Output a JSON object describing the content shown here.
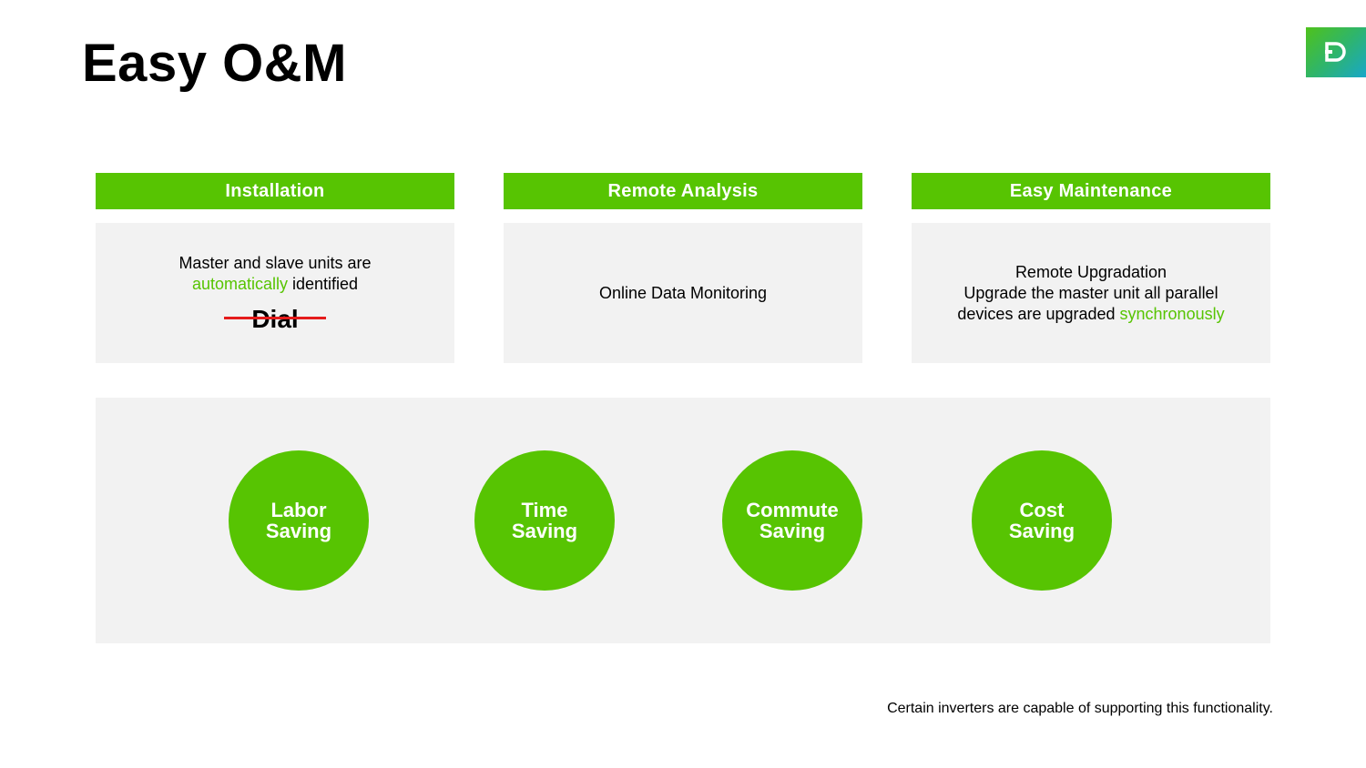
{
  "title": "Easy O&M",
  "brand": {
    "logo_icon": "d-logo-icon",
    "gradient": [
      "#4fc21b",
      "#18a7c9"
    ]
  },
  "colors": {
    "accent": "#57c402",
    "panel": "#f2f2f2",
    "strike": "#e51b1b"
  },
  "cards": [
    {
      "header": "Installation",
      "line1": "Master and slave units are",
      "line2_highlight": "automatically",
      "line2_rest": " identified",
      "struck": "Dial"
    },
    {
      "header": "Remote Analysis",
      "text": "Online Data Monitoring"
    },
    {
      "header": "Easy Maintenance",
      "line1": "Remote Upgradation",
      "line2": "Upgrade the master unit all parallel",
      "line3_text": "devices are upgraded ",
      "line3_highlight": "synchronously"
    }
  ],
  "benefits": [
    {
      "word": "Labor",
      "suffix": "Saving"
    },
    {
      "word": "Time",
      "suffix": "Saving"
    },
    {
      "word": "Commute",
      "suffix": "Saving"
    },
    {
      "word": "Cost",
      "suffix": "Saving"
    }
  ],
  "footnote": "Certain inverters are capable of supporting this functionality."
}
